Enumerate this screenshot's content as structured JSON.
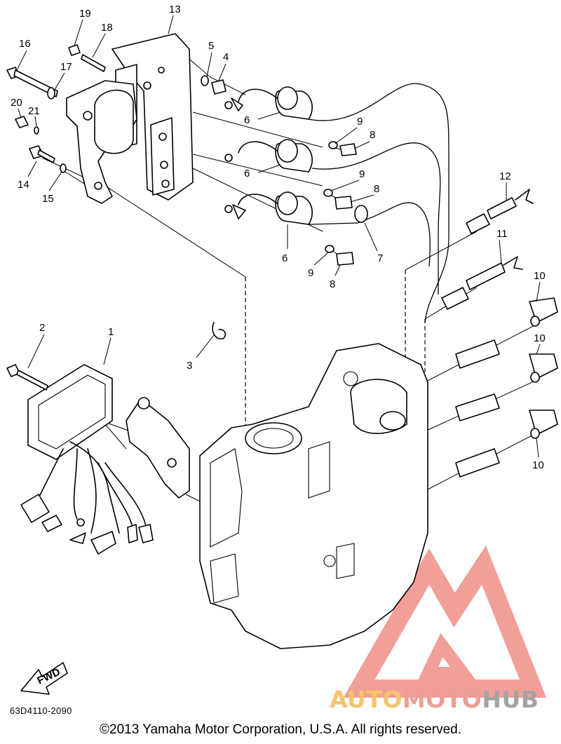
{
  "diagram": {
    "callouts": [
      "1",
      "2",
      "3",
      "4",
      "5",
      "6",
      "6",
      "6",
      "7",
      "8",
      "8",
      "8",
      "9",
      "9",
      "9",
      "10",
      "10",
      "10",
      "11",
      "12",
      "13",
      "14",
      "15",
      "16",
      "17",
      "18",
      "19",
      "20",
      "21"
    ],
    "fwd_label": "FWD",
    "code": "63D4110-2090",
    "copyright": "©2013 Yamaha Motor Corporation, U.S.A. All rights reserved."
  },
  "logo": {
    "part1": "AUTO",
    "part2": "MOTO",
    "part3": "HUB",
    "colors": {
      "triangle": "#ef8f86",
      "auto": "#f6c46a",
      "moto": "#ee9e93",
      "hub": "#a3a3a3"
    }
  }
}
